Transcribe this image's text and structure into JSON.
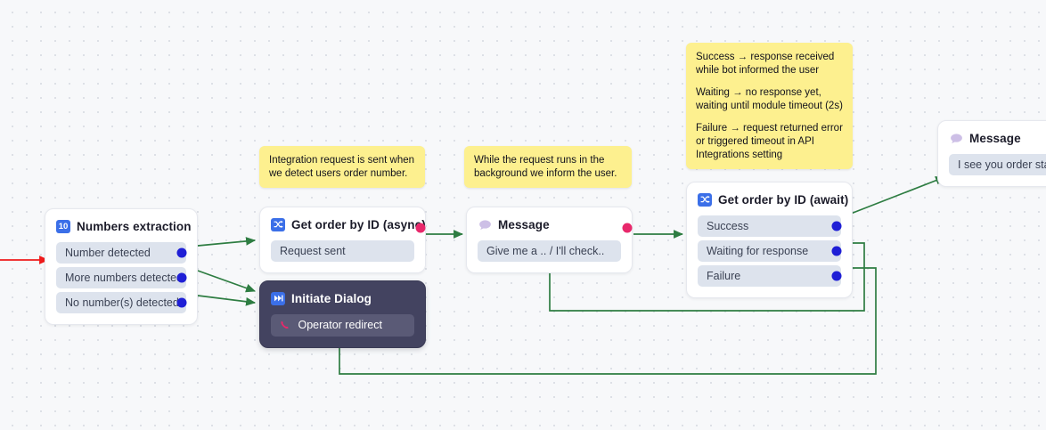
{
  "canvas": {
    "background_color": "#f7f8fa",
    "grid_dot_color": "#d8dbe2"
  },
  "colors": {
    "output_port_dot": "#1f1fd6",
    "async_port_dot": "#e8286b",
    "edge_green": "#2e7d42",
    "entry_arrow_red": "#ef1b1b",
    "sticky_yellow": "#fdf08f",
    "port_row": "#dde3ed",
    "dark_node": "#434360"
  },
  "nodes": {
    "numbers_extraction": {
      "title": "Numbers extraction",
      "icon": "number-badge-icon",
      "badge_text": "10",
      "ports": [
        {
          "label": "Number detected"
        },
        {
          "label": "More numbers detected"
        },
        {
          "label": "No number(s) detected"
        }
      ]
    },
    "get_order_async": {
      "title": "Get order by ID (async)",
      "icon": "shuffle-icon",
      "ports": [
        {
          "label": "Request sent"
        }
      ]
    },
    "initiate_dialog": {
      "title": "Initiate Dialog",
      "icon": "fast-forward-icon",
      "ports": [
        {
          "label": "Operator redirect",
          "icon": "phone-icon"
        }
      ]
    },
    "message_middle": {
      "title": "Message",
      "icon": "speech-bubble-icon",
      "ports": [
        {
          "label": "Give me a .. / I'll check.."
        }
      ]
    },
    "get_order_await": {
      "title": "Get order by ID (await)",
      "icon": "shuffle-icon",
      "ports": [
        {
          "label": "Success"
        },
        {
          "label": "Waiting for response"
        },
        {
          "label": "Failure"
        }
      ]
    },
    "message_right": {
      "title": "Message",
      "icon": "speech-bubble-icon",
      "ports": [
        {
          "label": "I see you order state is"
        }
      ]
    }
  },
  "sticky_notes": {
    "integration_note": {
      "lines": [
        "Integration request is sent when we detect users order number."
      ]
    },
    "background_note": {
      "lines": [
        "While the request runs in the background we inform the user."
      ]
    },
    "states_note": {
      "lines": [
        "Success → response received while bot informed the user",
        "Waiting → no response yet, waiting until module timeout (2s)",
        "Failure → request returned error or triggered timeout in API Integrations setting"
      ]
    }
  }
}
